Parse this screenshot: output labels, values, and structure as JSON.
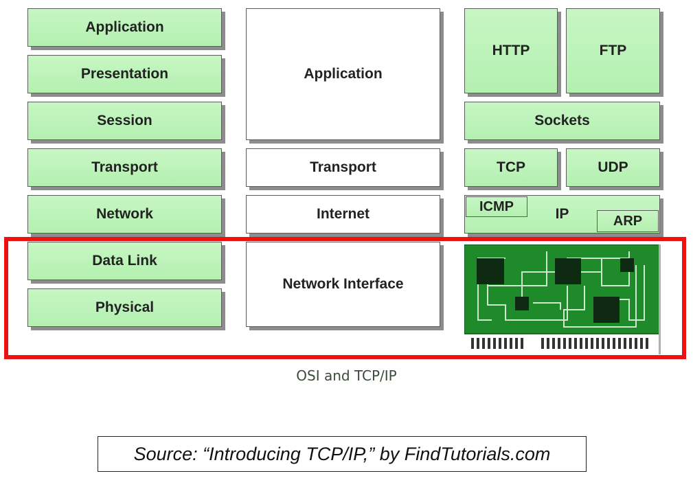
{
  "osi": {
    "application": "Application",
    "presentation": "Presentation",
    "session": "Session",
    "transport": "Transport",
    "network": "Network",
    "data_link": "Data Link",
    "physical": "Physical"
  },
  "tcpip": {
    "application": "Application",
    "transport": "Transport",
    "internet": "Internet",
    "network_interface": "Network Interface"
  },
  "protocols": {
    "http": "HTTP",
    "ftp": "FTP",
    "sockets": "Sockets",
    "tcp": "TCP",
    "udp": "UDP",
    "icmp": "ICMP",
    "ip": "IP",
    "arp": "ARP"
  },
  "caption": "OSI and TCP/IP",
  "source": "Source: “Introducing TCP/IP,” by FindTutorials.com",
  "colors": {
    "layer_green": "#b8f2b4",
    "highlight_red": "#ee1111",
    "nic_board": "#1e8a2a"
  }
}
